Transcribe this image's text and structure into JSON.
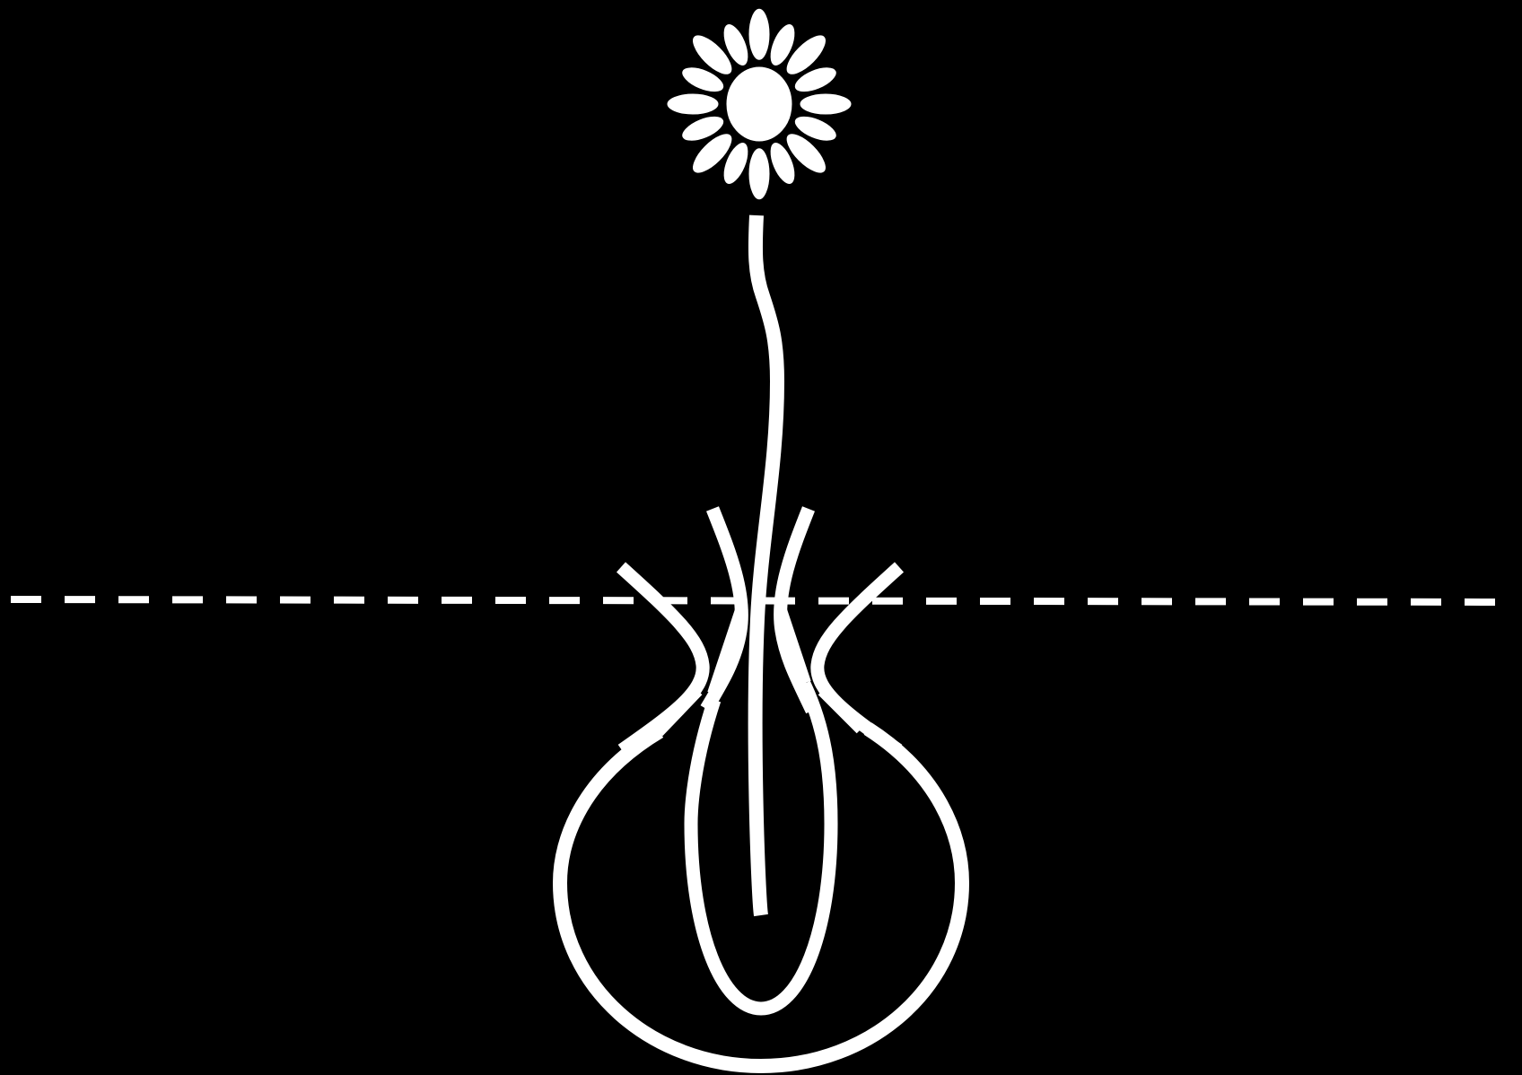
{
  "diagram": {
    "subject": "flower-in-bulb-vessel",
    "background_color": "#000000",
    "line_color": "#ffffff",
    "flower": {
      "petal_count": 16
    },
    "guide_line": {
      "style": "dashed"
    }
  }
}
